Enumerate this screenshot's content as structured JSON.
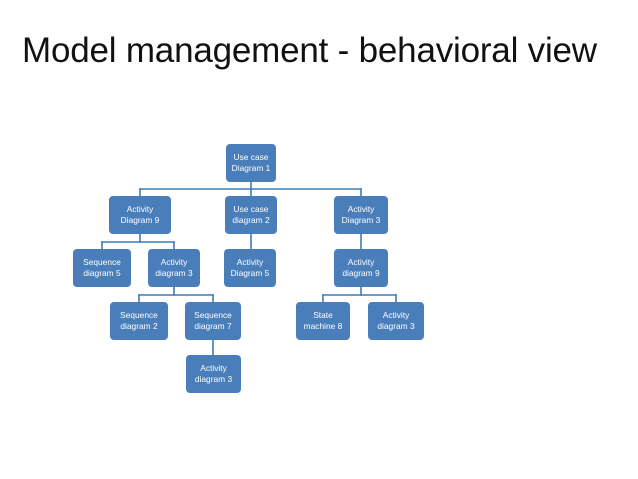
{
  "slide": {
    "title": "Model management - behavioral view",
    "background_color": "#ffffff",
    "title_color": "#111111"
  },
  "diagram": {
    "type": "tree",
    "node_fill_color": "#4a7ebb",
    "node_text_color": "#ffffff",
    "connector_color": "#3f7cb4",
    "nodes": {
      "root": {
        "line1": "Use case",
        "line2": "Diagram 1"
      },
      "l2a": {
        "line1": "Activity",
        "line2": "Diagram 9"
      },
      "l2b": {
        "line1": "Use case",
        "line2": "diagram 2"
      },
      "l2c": {
        "line1": "Activity",
        "line2": "Diagram 3"
      },
      "l3a": {
        "line1": "Sequence",
        "line2": "diagram 5"
      },
      "l3b": {
        "line1": "Activity",
        "line2": "diagram 3"
      },
      "l3c": {
        "line1": "Activity",
        "line2": "Diagram 5"
      },
      "l3d": {
        "line1": "Activity",
        "line2": "diagram 9"
      },
      "l4a": {
        "line1": "Sequence",
        "line2": "diagram 2"
      },
      "l4b": {
        "line1": "Sequence",
        "line2": "diagram 7"
      },
      "l4c": {
        "line1": "State",
        "line2": "machine 8"
      },
      "l4d": {
        "line1": "Activity",
        "line2": "diagram 3"
      },
      "l5a": {
        "line1": "Activity",
        "line2": "diagram 3"
      }
    },
    "edges": [
      {
        "from": "root",
        "to": "l2a"
      },
      {
        "from": "root",
        "to": "l2b"
      },
      {
        "from": "root",
        "to": "l2c"
      },
      {
        "from": "l2a",
        "to": "l3a"
      },
      {
        "from": "l2a",
        "to": "l3b"
      },
      {
        "from": "l2b",
        "to": "l3c"
      },
      {
        "from": "l2c",
        "to": "l3d"
      },
      {
        "from": "l3b",
        "to": "l4a"
      },
      {
        "from": "l3b",
        "to": "l4b"
      },
      {
        "from": "l3d",
        "to": "l4c"
      },
      {
        "from": "l3d",
        "to": "l4d"
      },
      {
        "from": "l4b",
        "to": "l5a"
      }
    ]
  }
}
